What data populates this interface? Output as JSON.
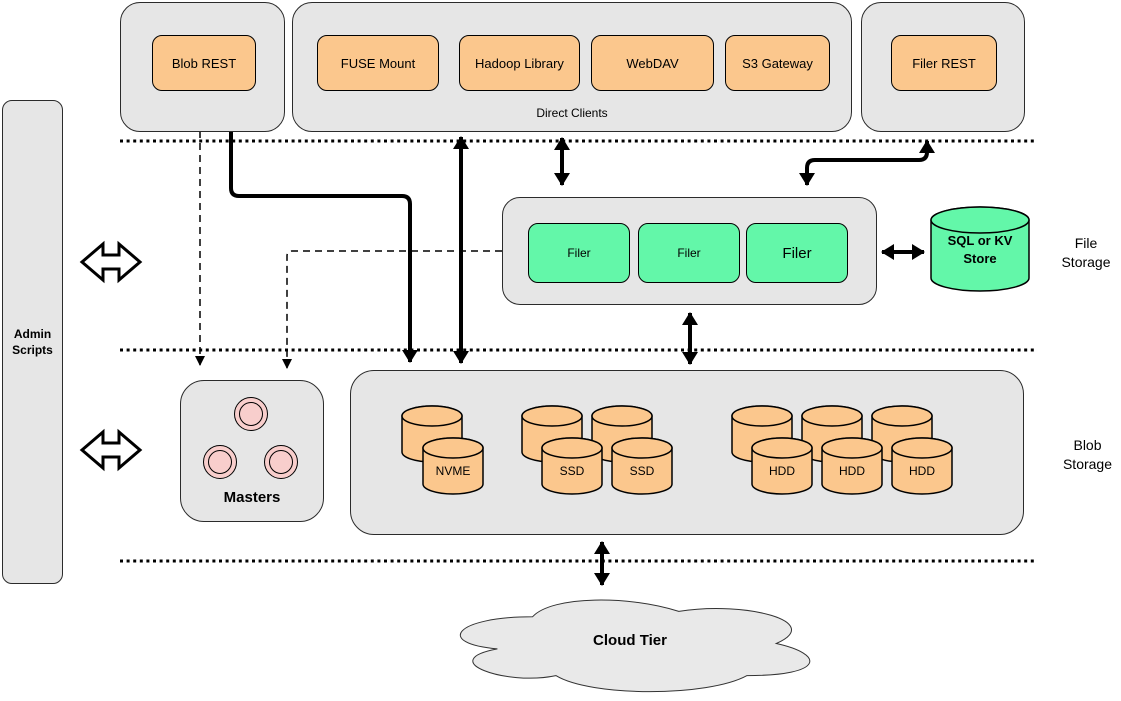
{
  "top": {
    "blob_rest": "Blob REST",
    "direct_clients_label": "Direct Clients",
    "direct_clients_items": [
      "FUSE Mount",
      "Hadoop Library",
      "WebDAV",
      "S3 Gateway"
    ],
    "filer_rest": "Filer REST"
  },
  "admin": {
    "line1": "Admin",
    "line2": "Scripts"
  },
  "file_storage": {
    "filers": [
      "Filer",
      "Filer",
      "Filer"
    ],
    "store_line1": "SQL or KV",
    "store_line2": "Store",
    "label_line1": "File",
    "label_line2": "Storage"
  },
  "masters": {
    "label": "Masters"
  },
  "blob_storage": {
    "label_line1": "Blob",
    "label_line2": "Storage",
    "nvme": "NVME",
    "ssd1": "SSD",
    "ssd2": "SSD",
    "hdd1": "HDD",
    "hdd2": "HDD",
    "hdd3": "HDD"
  },
  "cloud": {
    "label": "Cloud Tier"
  },
  "colors": {
    "container_gray": "#E6E6E6",
    "node_orange": "#FBC78D",
    "node_green": "#63F7A9",
    "master_pink": "#F8CECC",
    "line_black": "#000000"
  }
}
